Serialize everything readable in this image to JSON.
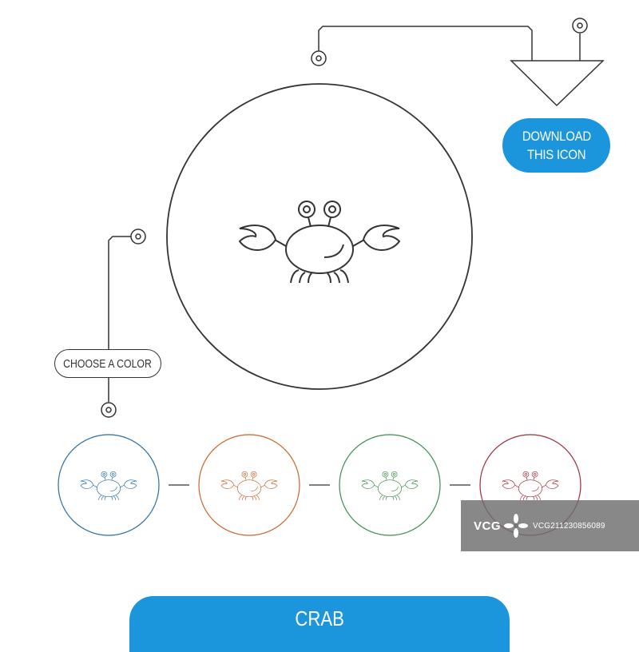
{
  "download_button": {
    "line1": "DOWNLOAD",
    "line2": "THIS ICON"
  },
  "choose_color_button": {
    "label": "CHOOSE A COLOR"
  },
  "title_bar": {
    "label": "CRAB"
  },
  "main_icon": {
    "icon": "crab-icon",
    "color": "#333333"
  },
  "color_variants": [
    {
      "icon": "crab-icon",
      "color": "#2b6ea3"
    },
    {
      "icon": "crab-icon",
      "color": "#c9652c"
    },
    {
      "icon": "crab-icon",
      "color": "#3d8c4c"
    },
    {
      "icon": "crab-icon",
      "color": "#9e2f3a"
    }
  ],
  "watermark": {
    "brand": "VCG",
    "id": "VCG211230856089"
  },
  "colors": {
    "accent": "#1b95db",
    "line": "#333333",
    "background": "#ffffff"
  }
}
